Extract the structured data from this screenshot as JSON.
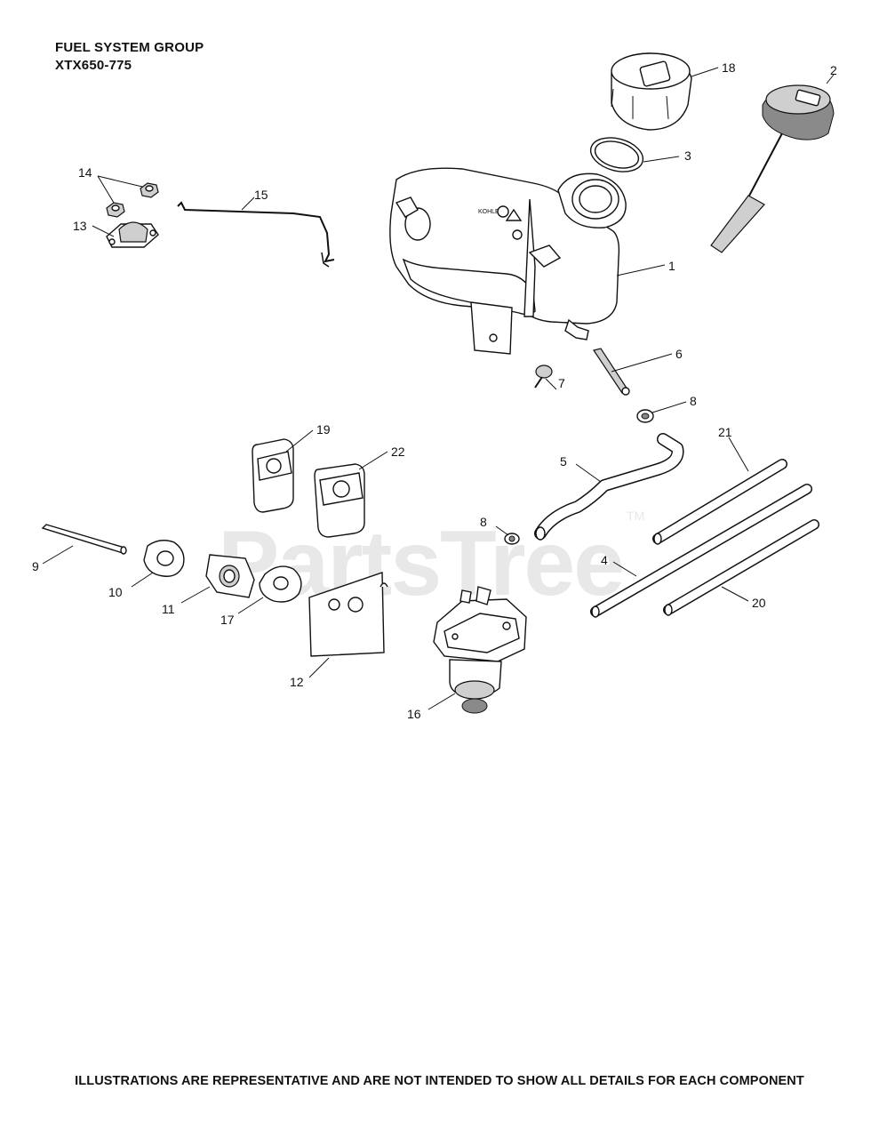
{
  "header": {
    "title": "FUEL SYSTEM GROUP",
    "model": "XTX650-775"
  },
  "watermark": {
    "text": "PartsTree",
    "tm": "TM"
  },
  "tank_label": {
    "brand": "KOHLER"
  },
  "callouts": {
    "c1": "1",
    "c2": "2",
    "c3": "3",
    "c4": "4",
    "c5": "5",
    "c6": "6",
    "c7": "7",
    "c8a": "8",
    "c8b": "8",
    "c9": "9",
    "c10": "10",
    "c11": "11",
    "c12": "12",
    "c13": "13",
    "c14": "14",
    "c15": "15",
    "c16": "16",
    "c17": "17",
    "c18": "18",
    "c19": "19",
    "c20": "20",
    "c21": "21",
    "c22": "22"
  },
  "footer": {
    "disclaimer": "ILLUSTRATIONS ARE REPRESENTATIVE AND ARE NOT INTENDED TO SHOW ALL DETAILS FOR EACH COMPONENT"
  }
}
